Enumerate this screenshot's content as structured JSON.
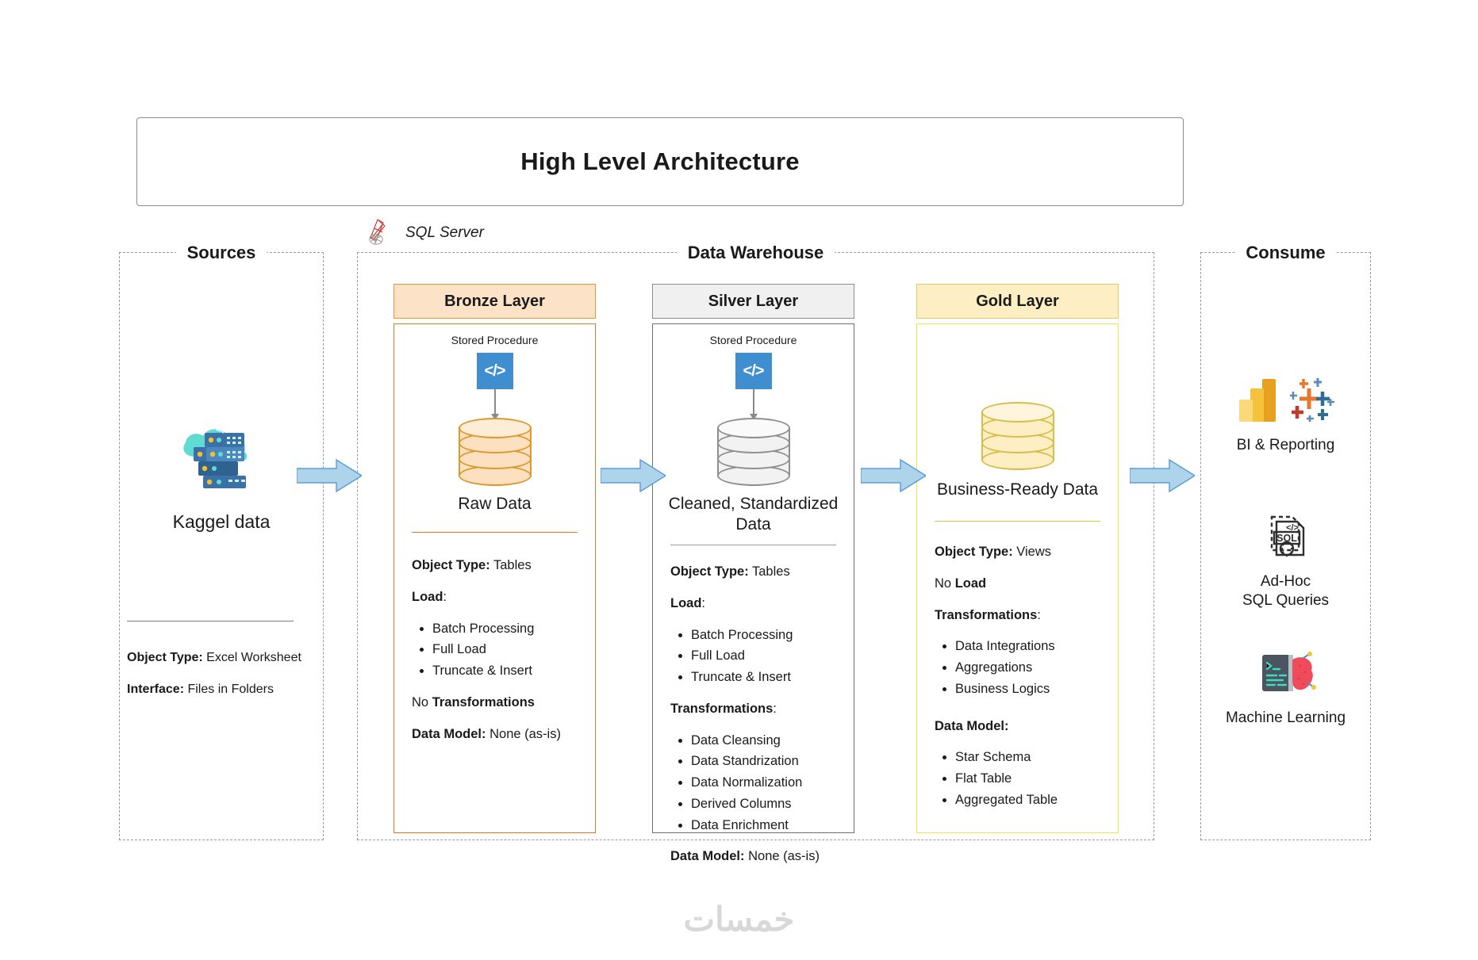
{
  "title": "High Level Architecture",
  "groups": {
    "sources": "Sources",
    "warehouse": "Data Warehouse",
    "consume": "Consume",
    "sql_server": "SQL Server"
  },
  "sources": {
    "icon": "cloud-server-code-icon",
    "caption": "Kaggel data",
    "meta": [
      {
        "key": "Object Type:",
        "value": " Excel Worksheet"
      },
      {
        "key": "Interface:",
        "value": " Files in Folders"
      }
    ]
  },
  "layers": [
    {
      "id": "bronze",
      "header": "Bronze Layer",
      "stored_procedure": "Stored Procedure",
      "sp_icon": "code-brackets-icon",
      "db_icon": "database-cylinder-icon",
      "caption": "Raw Data",
      "object_type_key": "Object Type:",
      "object_type_value": " Tables",
      "load_key": "Load",
      "load_suffix": ":",
      "load_items": [
        "Batch Processing",
        "Full Load",
        "Truncate & Insert"
      ],
      "transform_prefix": "No ",
      "transform_key": "Transformations",
      "transform_suffix": "",
      "transform_items": [],
      "model_key": "Data Model:",
      "model_value": " None (as-is)",
      "model_items": [],
      "accent": "#e07b21",
      "fill": "#fce3c8"
    },
    {
      "id": "silver",
      "header": "Silver Layer",
      "stored_procedure": "Stored Procedure",
      "sp_icon": "code-brackets-icon",
      "db_icon": "database-cylinder-icon",
      "caption": "Cleaned, Standardized Data",
      "object_type_key": "Object Type:",
      "object_type_value": " Tables",
      "load_key": "Load",
      "load_suffix": ":",
      "load_items": [
        "Batch Processing",
        "Full Load",
        "Truncate & Insert"
      ],
      "transform_prefix": "",
      "transform_key": "Transformations",
      "transform_suffix": ":",
      "transform_items": [
        "Data Cleansing",
        "Data Standrization",
        "Data Normalization",
        "Derived Columns",
        "Data Enrichment"
      ],
      "model_key": "Data Model:",
      "model_value": " None (as-is)",
      "model_items": [],
      "accent": "#6f6f6f",
      "fill": "#f0f0f0"
    },
    {
      "id": "gold",
      "header": "Gold Layer",
      "stored_procedure": "",
      "sp_icon": "",
      "db_icon": "database-cylinder-icon",
      "caption": "Business-Ready Data",
      "object_type_key": "Object Type:",
      "object_type_value": " Views",
      "load_key": "Load",
      "load_prefix": "No ",
      "load_suffix": "",
      "load_items": [],
      "transform_prefix": "",
      "transform_key": "Transformations",
      "transform_suffix": ":",
      "transform_items": [
        "Data Integrations",
        "Aggregations",
        "Business Logics"
      ],
      "model_key": "Data Model:",
      "model_value": "",
      "model_items": [
        "Star Schema",
        "Flat Table",
        "Aggregated Table"
      ],
      "accent": "#d9c84e",
      "fill": "#fdeec4"
    }
  ],
  "consume": [
    {
      "icon": "power-bi-tableau-icon",
      "caption": "BI & Reporting"
    },
    {
      "icon": "sql-document-gear-icon",
      "caption": "Ad-Hoc\nSQL Queries"
    },
    {
      "icon": "machine-learning-brain-icon",
      "caption": "Machine Learning"
    }
  ],
  "flow_arrows": [
    "arrow-sources-to-bronze",
    "arrow-bronze-to-silver",
    "arrow-silver-to-gold",
    "arrow-gold-to-consume"
  ],
  "watermark": "خمسات",
  "colors": {
    "bronze": "#e07b21",
    "silver": "#6f6f6f",
    "gold": "#d9c84e",
    "arrow": "#aed4ec",
    "sp_blue": "#3f8fd0"
  }
}
